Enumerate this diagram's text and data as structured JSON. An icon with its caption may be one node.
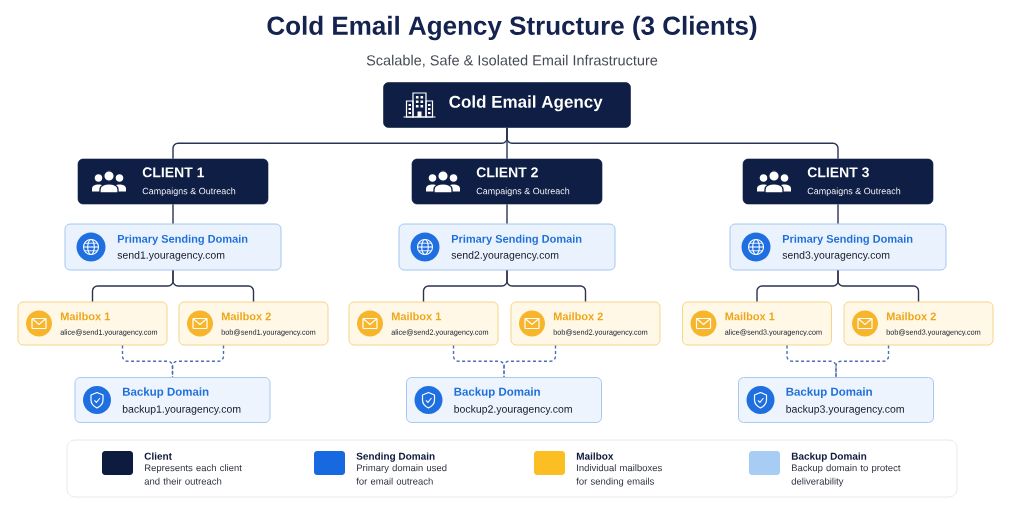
{
  "diagram": {
    "title": "Cold Email Agency Structure (3 Clients)",
    "nodes": [
      {
        "text": [
          "Cold Email Agency"
        ]
      },
      {
        "text": [
          "CLIENT 1",
          "Campaigns & Outreach"
        ]
      },
      {
        "text": [
          "CLIENT 2",
          "Campaigns & Outreach"
        ]
      },
      {
        "text": [
          "CLIENT 3",
          "Campaigns & Outreach"
        ]
      },
      {
        "text": [
          "Primary Sending Domain",
          "send1.youragency.com"
        ]
      },
      {
        "text": [
          "Primary Sending Domain",
          "send2.youragency.com"
        ]
      },
      {
        "text": [
          "Primary Sending Domain",
          "send3.youragency.com"
        ]
      },
      {
        "text": [
          "Mailbox 1",
          "alice@send1.youragency.com"
        ]
      },
      {
        "text": [
          "Mailbox 2",
          "bob@send1.youragency.com"
        ]
      },
      {
        "text": [
          "Mailbox 1",
          "alice@send2.youragency.com"
        ]
      },
      {
        "text": [
          "Mailbox 2",
          "bob@send2.youragency.com"
        ]
      },
      {
        "text": [
          "Mailbox 1",
          "alice@send3.youragency.com"
        ]
      },
      {
        "text": [
          "Mailbox 2",
          "bob@send3.youragency.com"
        ]
      },
      {
        "text": [
          "Backup Domain",
          "backup1.youragency.com"
        ]
      },
      {
        "text": [
          "Backup Domain",
          "bockup2.youragency.com"
        ]
      },
      {
        "text": [
          "Backup Domain",
          "backup3.youragency.com"
        ]
      }
    ],
    "edges": [
      {
        "from": 0,
        "to": 1,
        "arrow": "none"
      },
      {
        "from": 0,
        "to": 2,
        "arrow": "none"
      },
      {
        "from": 0,
        "to": 3,
        "arrow": "none"
      },
      {
        "from": 1,
        "to": 4,
        "arrow": "none"
      },
      {
        "from": 2,
        "to": 5,
        "arrow": "none"
      },
      {
        "from": 3,
        "to": 6,
        "arrow": "none"
      },
      {
        "from": 4,
        "to": 7,
        "arrow": "none"
      },
      {
        "from": 4,
        "to": 8,
        "arrow": "none"
      },
      {
        "from": 5,
        "to": 9,
        "arrow": "none"
      },
      {
        "from": 5,
        "to": 10,
        "arrow": "none"
      },
      {
        "from": 6,
        "to": 11,
        "arrow": "none"
      },
      {
        "from": 6,
        "to": 12,
        "arrow": "none"
      },
      {
        "from": 7,
        "to": 13,
        "arrow": "none",
        "style": "dashed",
        "color": "#4b6cb7"
      },
      {
        "from": 8,
        "to": 13,
        "arrow": "none",
        "style": "dashed",
        "color": "#4b6cb7"
      },
      {
        "from": 9,
        "to": 14,
        "arrow": "none",
        "style": "dashed",
        "color": "#4b6cb7"
      },
      {
        "from": 10,
        "to": 14,
        "arrow": "none",
        "style": "dashed",
        "color": "#4b6cb7"
      },
      {
        "from": 11,
        "to": 15,
        "arrow": "none",
        "style": "dashed",
        "color": "#4b6cb7"
      },
      {
        "from": 12,
        "to": 15,
        "arrow": "none",
        "style": "dashed",
        "color": "#4b6cb7"
      }
    ],
    "labels": [
      "Scalable, Safe & Isolated Email Infrastructure",
      "Represents each client and their outreach",
      "Primary domain used for email outreach",
      "Individual mailboxes for sending emails",
      "Backup domain to protect deliverability"
    ],
    "legend": [
      {
        "text": "Client",
        "color": "#0d1b3e"
      },
      {
        "text": "Sending Domain",
        "color": "#1769e0"
      },
      {
        "text": "Mailbox",
        "color": "#fbbf24"
      },
      {
        "text": "Backup Domain",
        "color": "#a8cdf5"
      }
    ]
  }
}
